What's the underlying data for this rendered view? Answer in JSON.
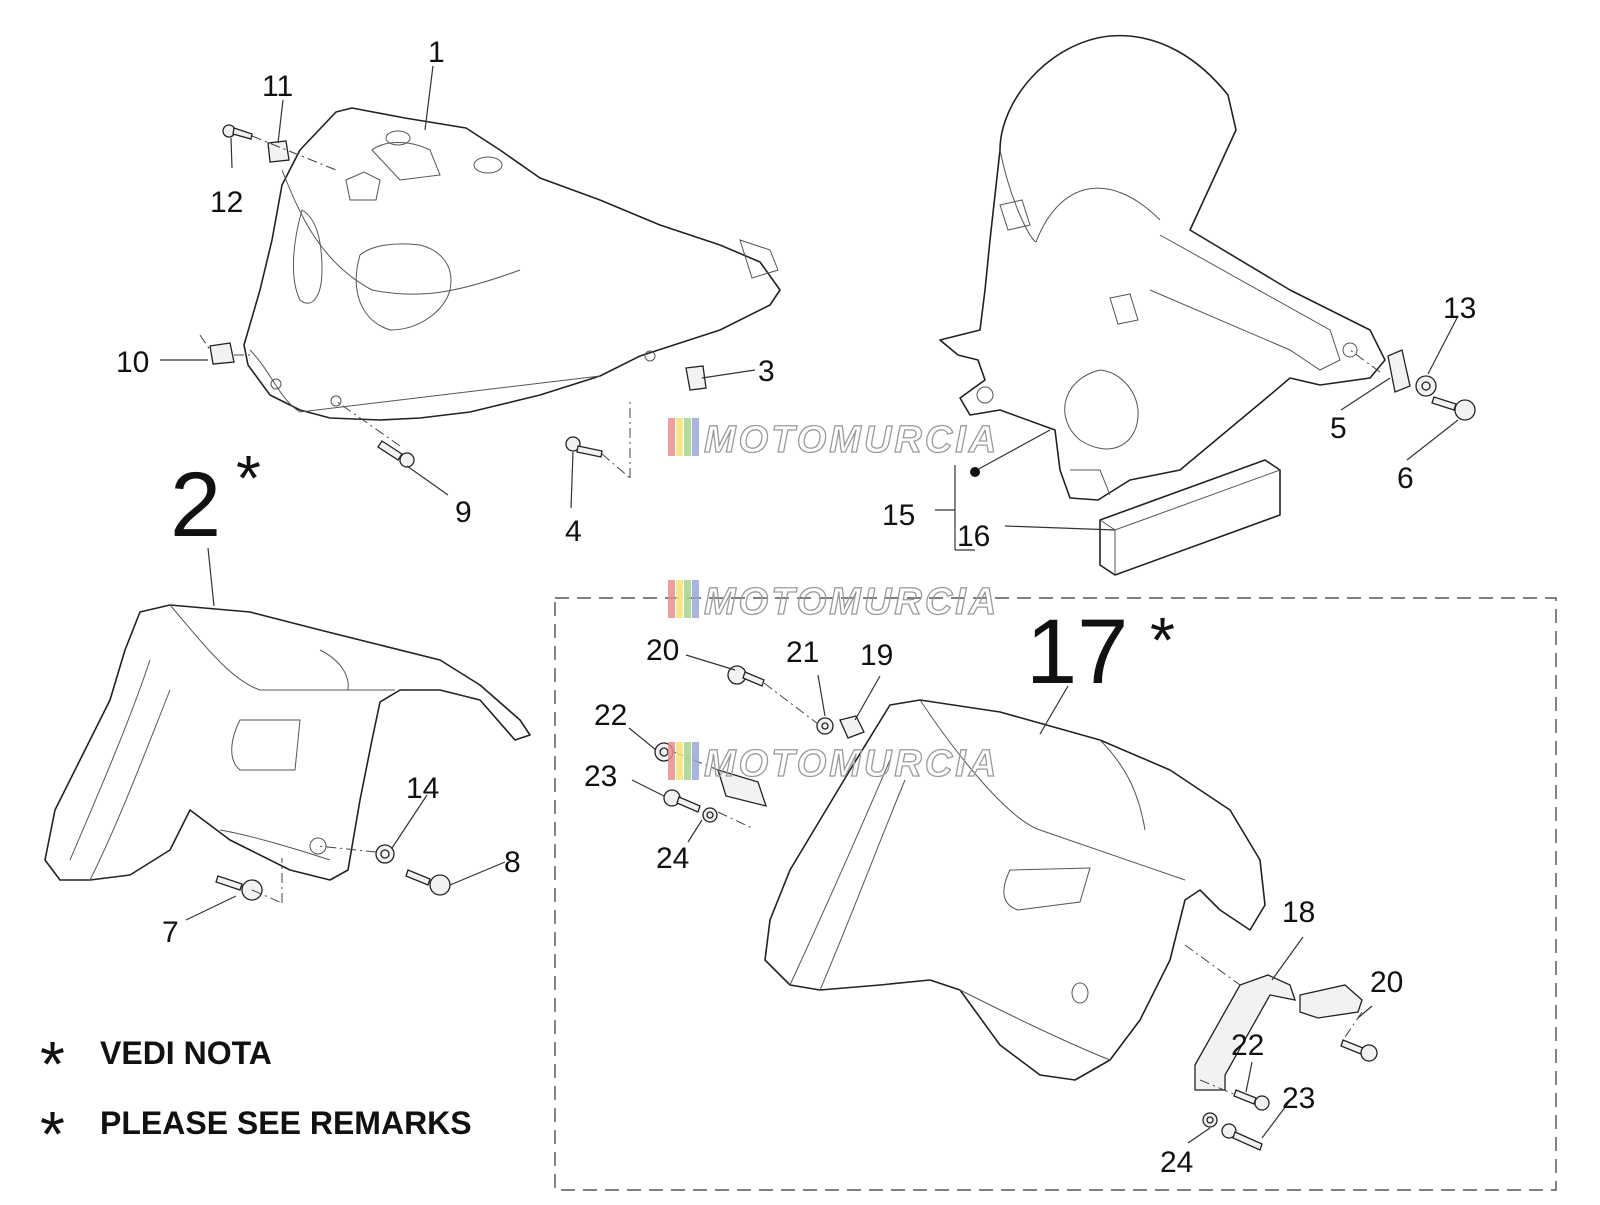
{
  "callouts": {
    "c1": "1",
    "c2": "2",
    "c3": "3",
    "c4": "4",
    "c5": "5",
    "c6": "6",
    "c7": "7",
    "c8": "8",
    "c9": "9",
    "c10": "10",
    "c11": "11",
    "c12": "12",
    "c13": "13",
    "c14": "14",
    "c15": "15",
    "c16": "16",
    "c17": "17",
    "c18": "18",
    "c19": "19",
    "c20a": "20",
    "c20b": "20",
    "c21": "21",
    "c22a": "22",
    "c22b": "22",
    "c23a": "23",
    "c23b": "23",
    "c24a": "24",
    "c24b": "24"
  },
  "stars": {
    "s2": "*",
    "s17": "*"
  },
  "notes": {
    "it": {
      "mark": "*",
      "text": "VEDI NOTA"
    },
    "en": {
      "mark": "*",
      "text": "PLEASE SEE REMARKS"
    }
  },
  "watermark": {
    "text": "MOTOMURCIA",
    "stripe_colors": [
      "#e88d8d",
      "#f3e27a",
      "#a6d48c",
      "#9aa7d8"
    ]
  }
}
